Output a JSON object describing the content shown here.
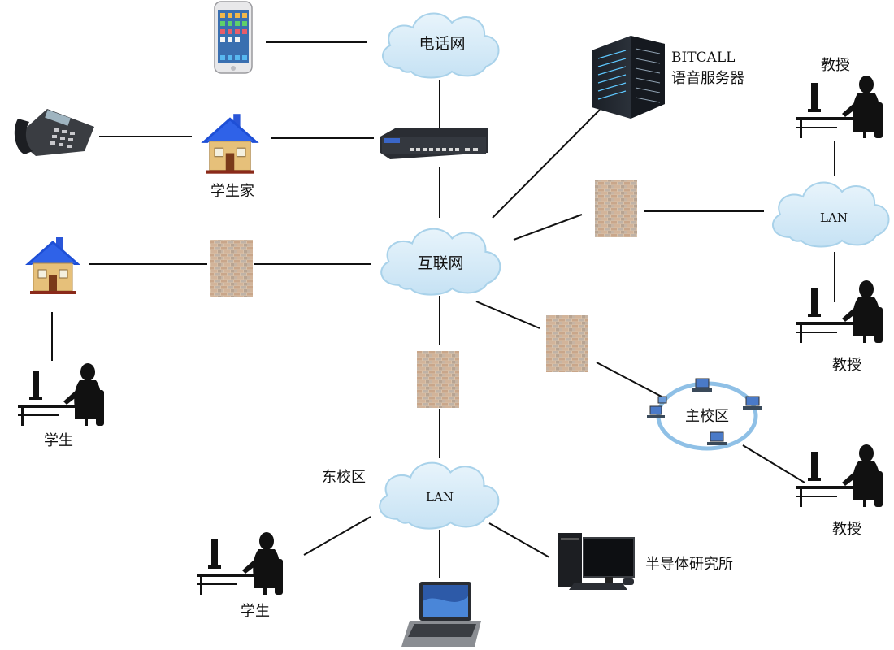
{
  "clouds": {
    "telephone_network": "电话网",
    "internet": "互联网",
    "lan_right": "LAN",
    "lan_east": "LAN"
  },
  "labels": {
    "student_home": "学生家",
    "bitcall_name": "BITCALL",
    "bitcall_desc": "语音服务器",
    "professor_top": "教授",
    "professor_middle": "教授",
    "professor_bottom": "教授",
    "student_left": "学生",
    "student_bottom": "学生",
    "east_campus": "东校区",
    "main_campus": "主校区",
    "semiconductor_institute": "半导体研究所"
  },
  "icons": [
    "smartphone-icon",
    "desk-phone-icon",
    "house-icon",
    "router-icon",
    "server-rack-icon",
    "firewall-icon",
    "person-at-computer-icon",
    "ring-network-icon",
    "desktop-computer-icon",
    "laptop-icon",
    "cloud-icon"
  ],
  "colors": {
    "cloud_fill": "#cfe8f6",
    "cloud_stroke": "#9fcbe6",
    "roof": "#1e4fd6",
    "wall": "#e8c680",
    "brick": "#c8ab90",
    "ring": "#8fc0e6"
  }
}
